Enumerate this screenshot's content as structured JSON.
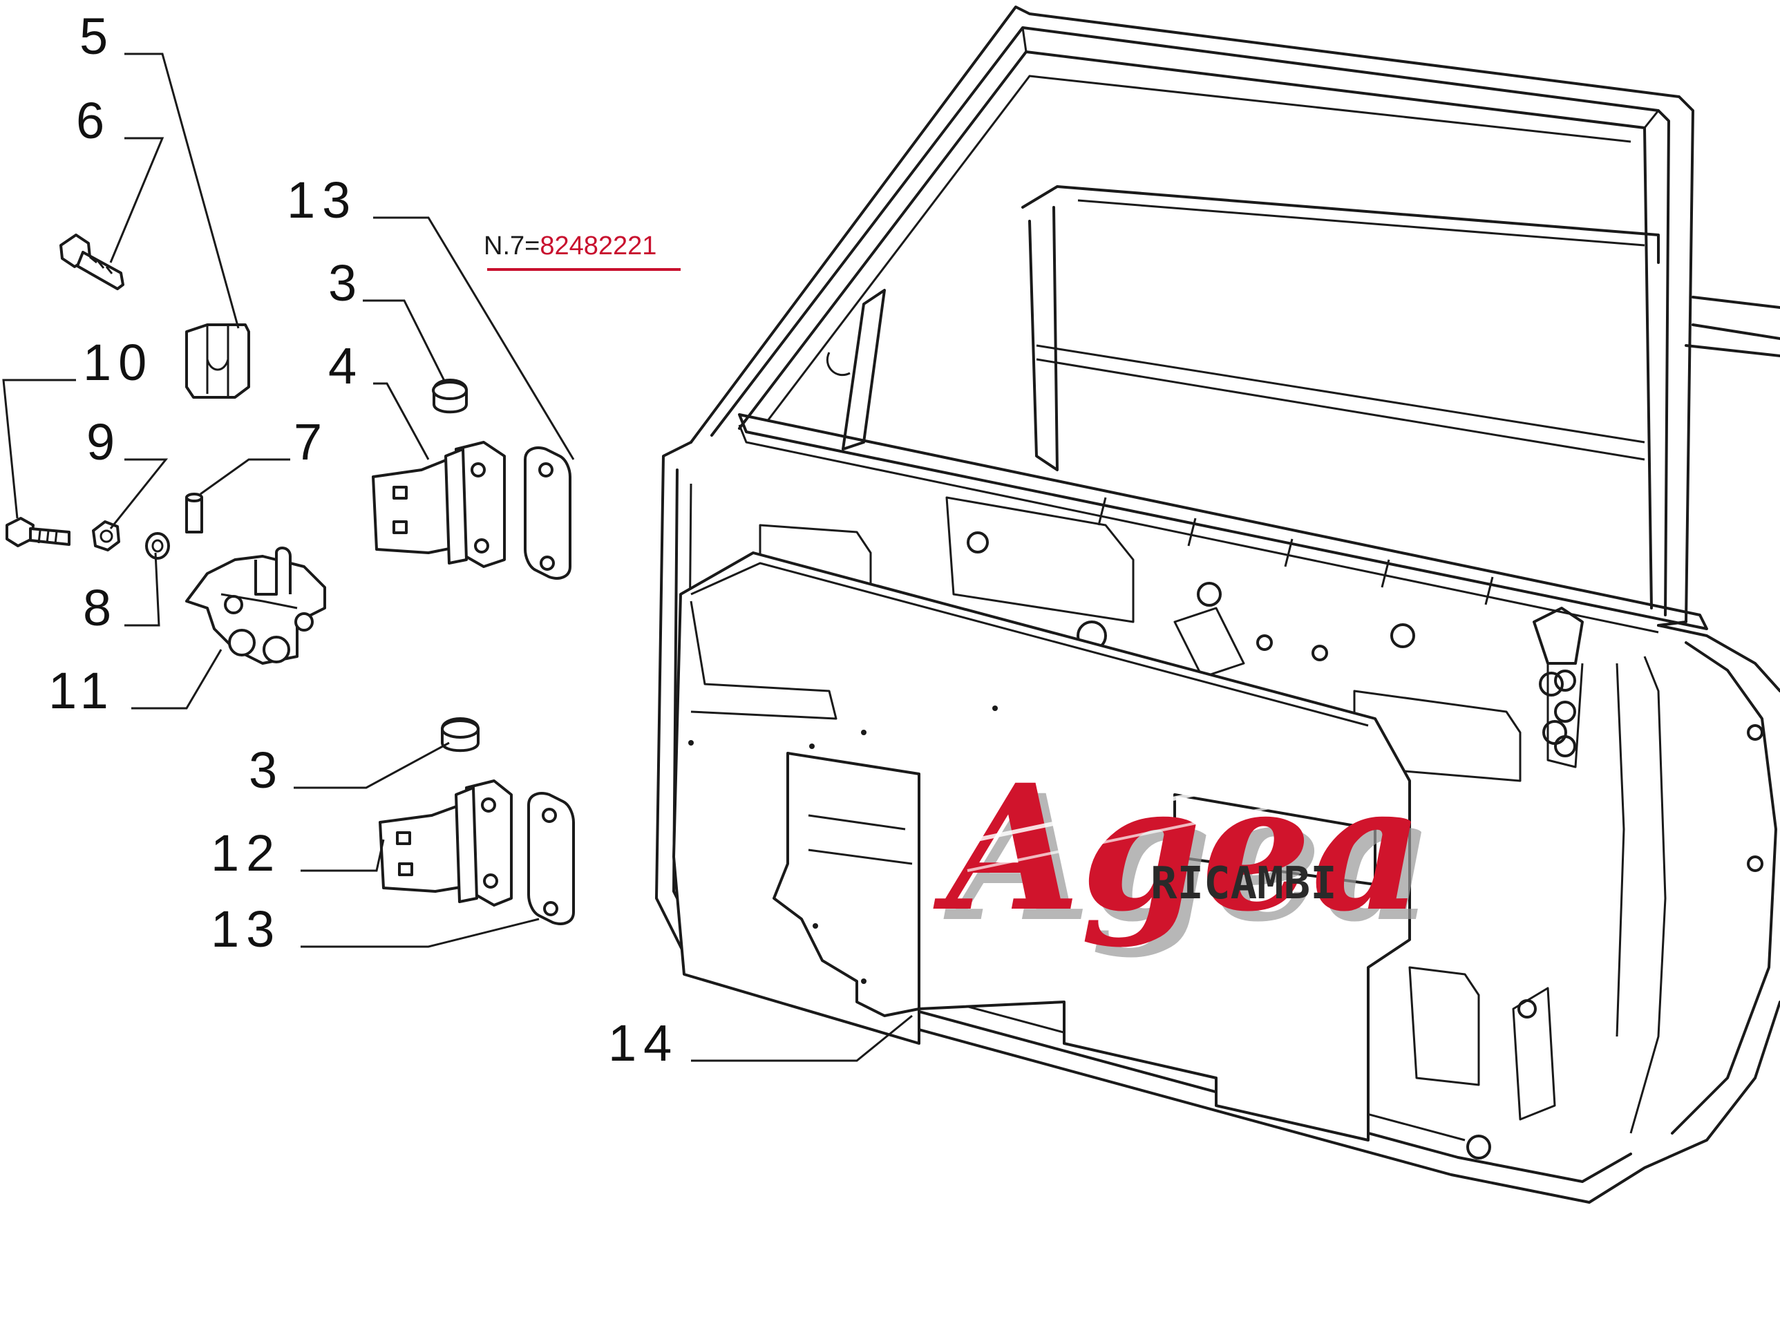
{
  "callouts": {
    "c5": "5",
    "c6": "6",
    "c10": "10",
    "c9": "9",
    "c7": "7",
    "c8": "8",
    "c11": "11",
    "c13a": "13",
    "c3a": "3",
    "c4": "4",
    "c3b": "3",
    "c12": "12",
    "c13b": "13",
    "c14": "14"
  },
  "note": {
    "prefix": "N.7=",
    "part_number": "82482221"
  },
  "watermark": {
    "brand": "Agea",
    "subtitle": "RICAMBI"
  },
  "colors": {
    "line": "#1a1a1a",
    "note_red": "#c8102e",
    "brand_red": "#d0142c",
    "brand_shadow": "#9a9a9a",
    "subtitle": "#2a2a2a"
  }
}
